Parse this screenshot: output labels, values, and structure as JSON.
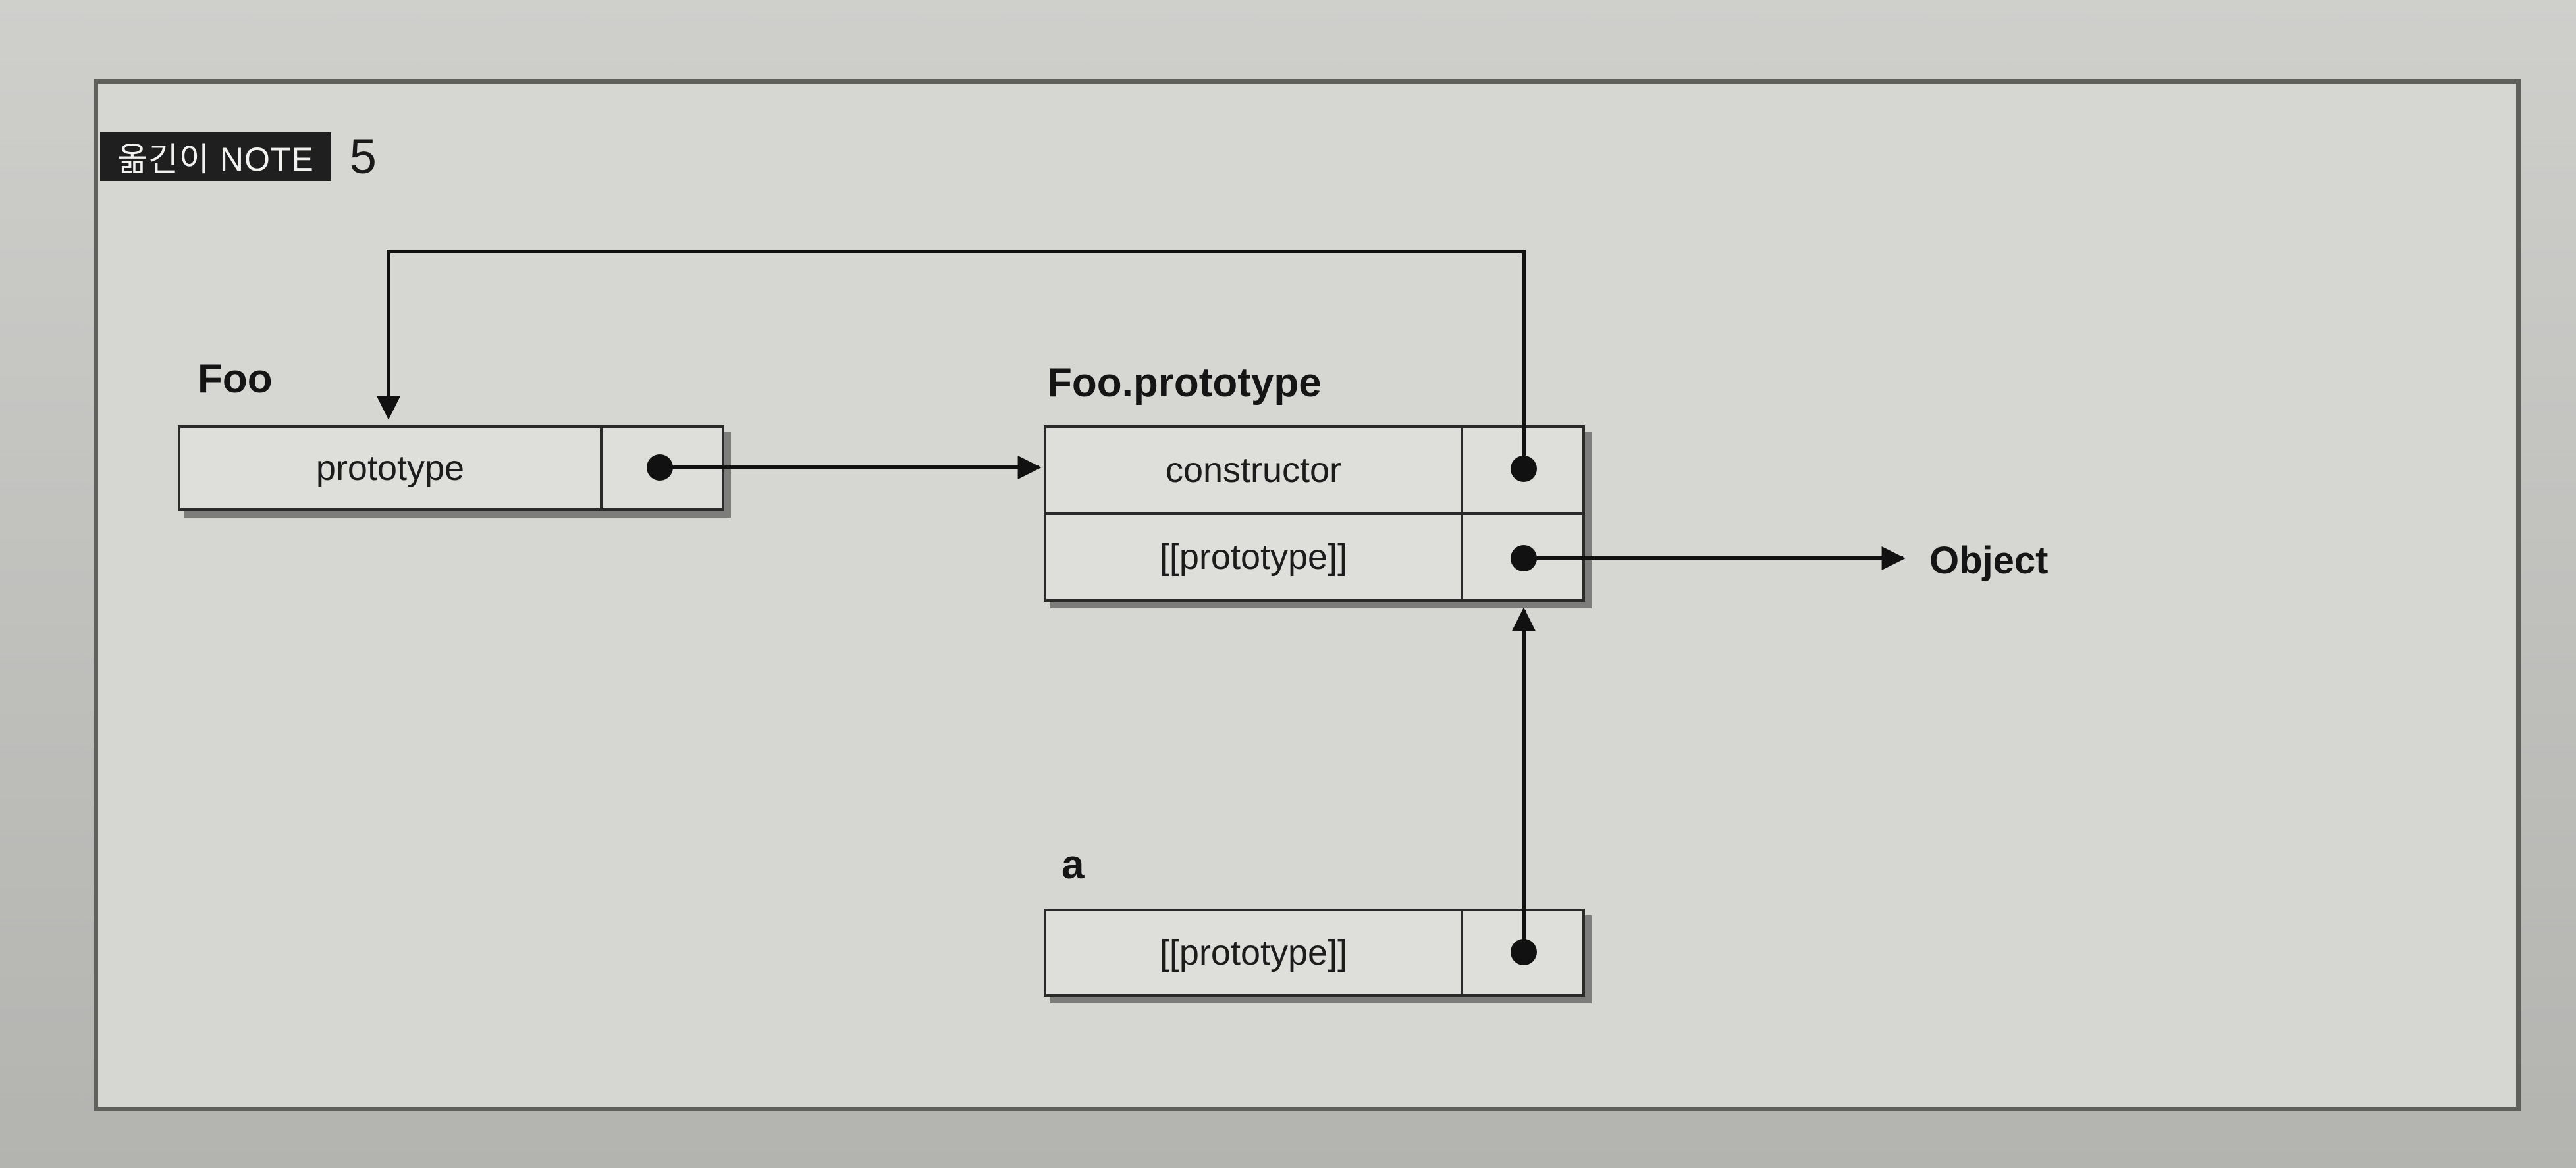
{
  "note": {
    "label": "옮긴이 NOTE",
    "number": "5"
  },
  "foo": {
    "title": "Foo",
    "field": "prototype"
  },
  "foo_prototype": {
    "title": "Foo.prototype",
    "fields": [
      "constructor",
      "[[prototype]]"
    ]
  },
  "a_obj": {
    "title": "a",
    "field": "[[prototype]]"
  },
  "object_target": {
    "label": "Object"
  }
}
